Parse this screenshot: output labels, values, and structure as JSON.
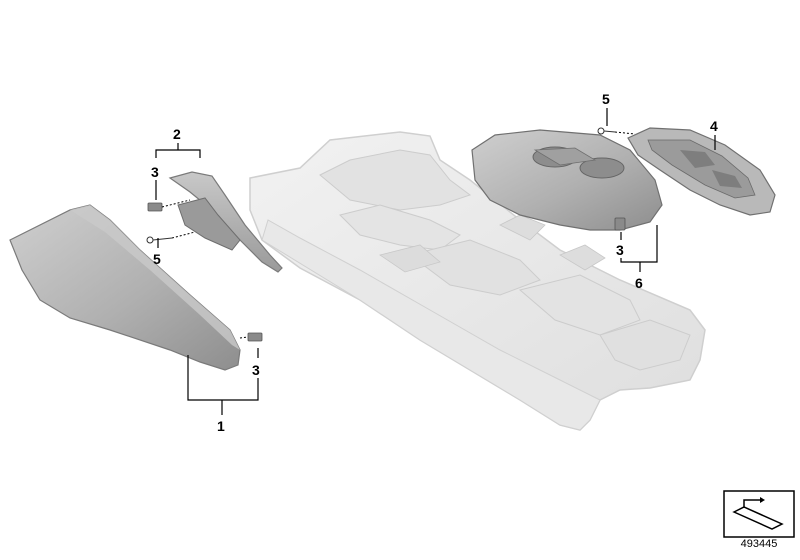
{
  "diagram": {
    "id_label": "493445",
    "callouts": {
      "part_1": "1",
      "part_2": "2",
      "part_3_left_top": "3",
      "part_3_left_bottom": "3",
      "part_3_right": "3",
      "part_4": "4",
      "part_5_left": "5",
      "part_5_right": "5",
      "part_6": "6"
    },
    "colors": {
      "console_fill": "#ebebeb",
      "console_edge": "#d2d2d2",
      "trim_fill": "#b4b4b4",
      "trim_dark": "#8a8a8a",
      "trim_edge": "#6e6e6e"
    }
  }
}
